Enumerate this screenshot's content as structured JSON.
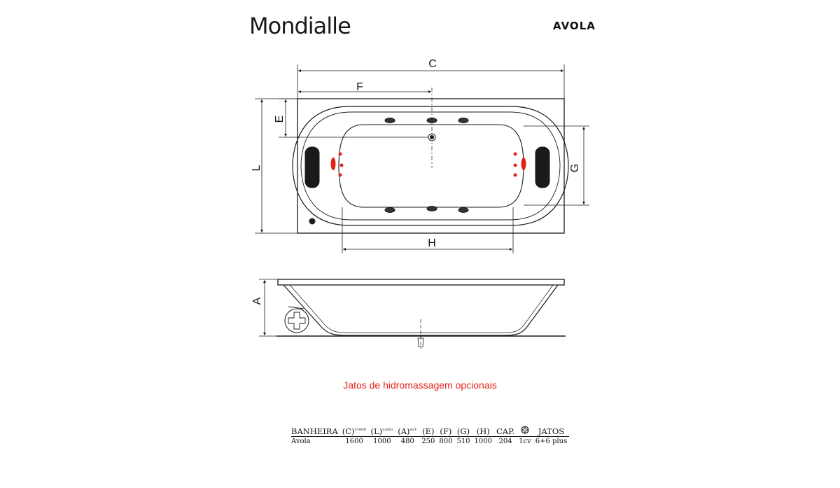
{
  "header": {
    "brand": "Mondialle",
    "model": "AVOLA"
  },
  "dimension_labels": {
    "C": "C",
    "F": "F",
    "E": "E",
    "L": "L",
    "G": "G",
    "H": "H",
    "A": "A"
  },
  "note": "Jatos de hidromassagem opcionais",
  "specs": {
    "columns": [
      {
        "label": "BANHEIRA",
        "sup": ""
      },
      {
        "label": "(C)",
        "sup": "COMP."
      },
      {
        "label": "(L)",
        "sup": "LARG."
      },
      {
        "label": "(A)",
        "sup": "ALT."
      },
      {
        "label": "(E)",
        "sup": ""
      },
      {
        "label": "(F)",
        "sup": ""
      },
      {
        "label": "(G)",
        "sup": ""
      },
      {
        "label": "(H)",
        "sup": ""
      },
      {
        "label": "CAP.",
        "sup": ""
      },
      {
        "label": "",
        "sup": "",
        "icon": "motor-icon"
      },
      {
        "label": "JATOS",
        "sup": ""
      }
    ],
    "row": [
      "Avola",
      "1600",
      "1000",
      "480",
      "250",
      "800",
      "510",
      "1000",
      "204",
      "1cv",
      "6+6 plus"
    ]
  },
  "colors": {
    "accent_red": "#e3231b",
    "line": "#1a1a1a"
  }
}
